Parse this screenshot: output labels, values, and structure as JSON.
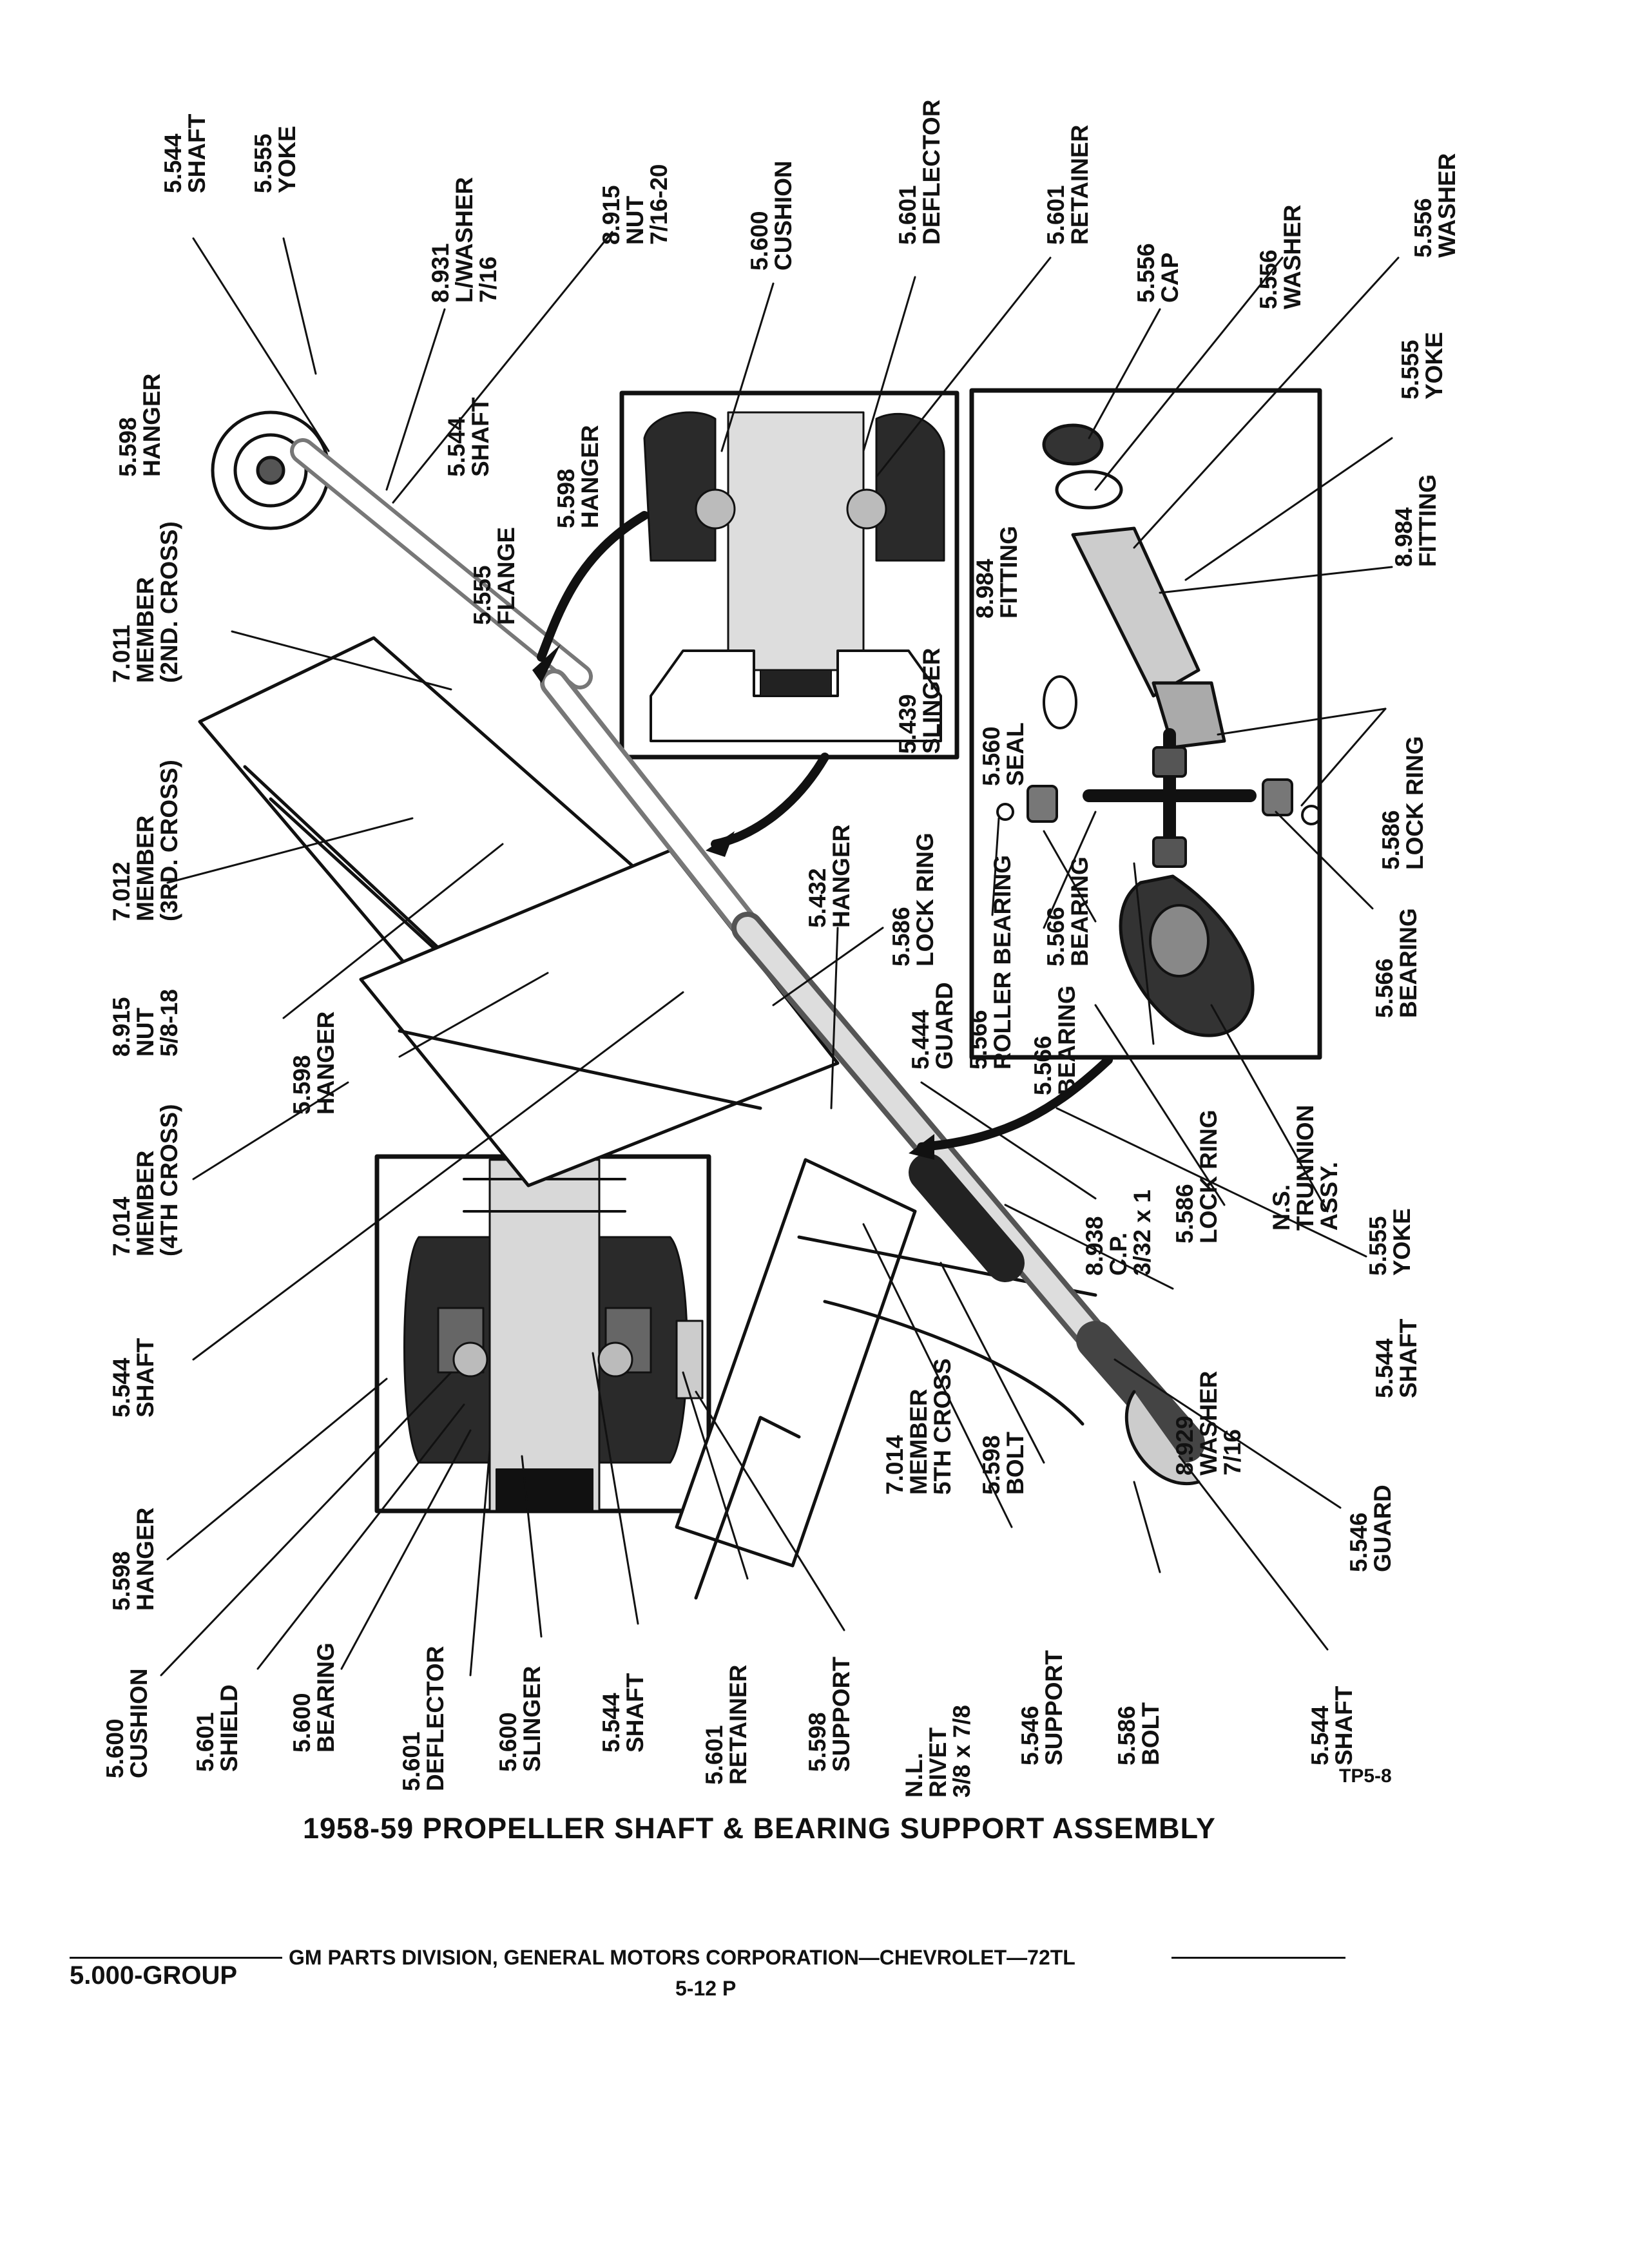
{
  "title": "1958-59 PROPELLER SHAFT & BEARING SUPPORT ASSEMBLY",
  "figure_id": "TP5-8",
  "footer": {
    "group": "5.000-GROUP",
    "publisher": "GM PARTS DIVISION, GENERAL MOTORS CORPORATION—CHEVROLET—72TL",
    "page": "5-12 P"
  },
  "callouts": [
    {
      "num": "5.544",
      "name": "SHAFT"
    },
    {
      "num": "5.555",
      "name": "YOKE"
    },
    {
      "num": "8.931",
      "name": "L/WASHER",
      "size": "7/16"
    },
    {
      "num": "8.915",
      "name": "NUT",
      "size": "7/16-20"
    },
    {
      "num": "5.600",
      "name": "CUSHION"
    },
    {
      "num": "5.601",
      "name": "DEFLECTOR"
    },
    {
      "num": "5.601",
      "name": "RETAINER"
    },
    {
      "num": "5.556",
      "name": "CAP"
    },
    {
      "num": "5.556",
      "name": "WASHER"
    },
    {
      "num": "5.556",
      "name": "WASHER"
    },
    {
      "num": "5.598",
      "name": "HANGER"
    },
    {
      "num": "5.544",
      "name": "SHAFT"
    },
    {
      "num": "5.598",
      "name": "HANGER"
    },
    {
      "num": "5.555",
      "name": "FLANGE"
    },
    {
      "num": "5.439",
      "name": "SLINGER"
    },
    {
      "num": "5.555",
      "name": "YOKE"
    },
    {
      "num": "8.984",
      "name": "FITTING"
    },
    {
      "num": "8.984",
      "name": "FITTING"
    },
    {
      "num": "7.011",
      "name": "MEMBER",
      "extra": "(2ND. CROSS)"
    },
    {
      "num": "7.012",
      "name": "MEMBER",
      "extra": "(3RD. CROSS)"
    },
    {
      "num": "5.560",
      "name": "SEAL"
    },
    {
      "num": "5.586",
      "name": "LOCK RING"
    },
    {
      "num": "5.432",
      "name": "HANGER"
    },
    {
      "num": "5.586",
      "name": "LOCK RING"
    },
    {
      "num": "5.566",
      "name": "BEARING"
    },
    {
      "num": "5.566",
      "name": "ROLLER BEARING"
    },
    {
      "num": "5.566",
      "name": "BEARING"
    },
    {
      "num": "5.566",
      "name": "BEARING"
    },
    {
      "num": "8.915",
      "name": "NUT",
      "size": "5/8-18"
    },
    {
      "num": "5.444",
      "name": "GUARD"
    },
    {
      "num": "5.598",
      "name": "HANGER"
    },
    {
      "num": "7.014",
      "name": "MEMBER",
      "extra": "(4TH CROSS)"
    },
    {
      "num": "8.938",
      "name": "C.P.",
      "size": "3/32 x 1"
    },
    {
      "num": "5.586",
      "name": "LOCK RING"
    },
    {
      "num": "N.S.",
      "name": "TRUNNION",
      "extra": "ASSY."
    },
    {
      "num": "5.555",
      "name": "YOKE"
    },
    {
      "num": "5.544",
      "name": "SHAFT"
    },
    {
      "num": "8.929",
      "name": "WASHER",
      "size": "7/16"
    },
    {
      "num": "5.598",
      "name": "BOLT"
    },
    {
      "num": "7.014",
      "name": "MEMBER",
      "extra": "5TH CROSS"
    },
    {
      "num": "5.544",
      "name": "SHAFT"
    },
    {
      "num": "5.546",
      "name": "GUARD"
    },
    {
      "num": "5.598",
      "name": "HANGER"
    },
    {
      "num": "5.600",
      "name": "CUSHION"
    },
    {
      "num": "5.601",
      "name": "SHIELD"
    },
    {
      "num": "5.600",
      "name": "BEARING"
    },
    {
      "num": "5.601",
      "name": "DEFLECTOR"
    },
    {
      "num": "5.600",
      "name": "SLINGER"
    },
    {
      "num": "5.544",
      "name": "SHAFT"
    },
    {
      "num": "5.601",
      "name": "RETAINER"
    },
    {
      "num": "5.598",
      "name": "SUPPORT"
    },
    {
      "num": "N.L.",
      "name": "RIVET",
      "size": "3/8 x 7/8"
    },
    {
      "num": "5.546",
      "name": "SUPPORT"
    },
    {
      "num": "5.586",
      "name": "BOLT"
    },
    {
      "num": "5.544",
      "name": "SHAFT"
    }
  ]
}
